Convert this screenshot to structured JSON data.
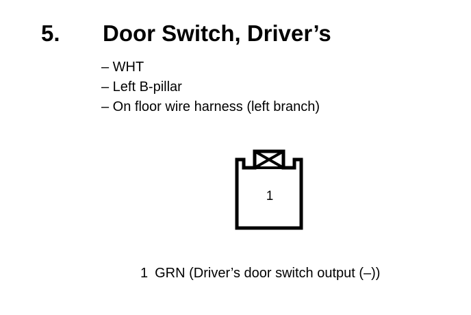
{
  "section": {
    "number": "5.",
    "title": "Door Switch, Driver’s"
  },
  "notes": [
    "– WHT",
    "– Left B-pillar",
    "– On floor wire harness (left branch)"
  ],
  "connector": {
    "pin_label": "1"
  },
  "pinout": [
    {
      "pin": "1",
      "description": "GRN (Driver’s door switch output (–))"
    }
  ]
}
